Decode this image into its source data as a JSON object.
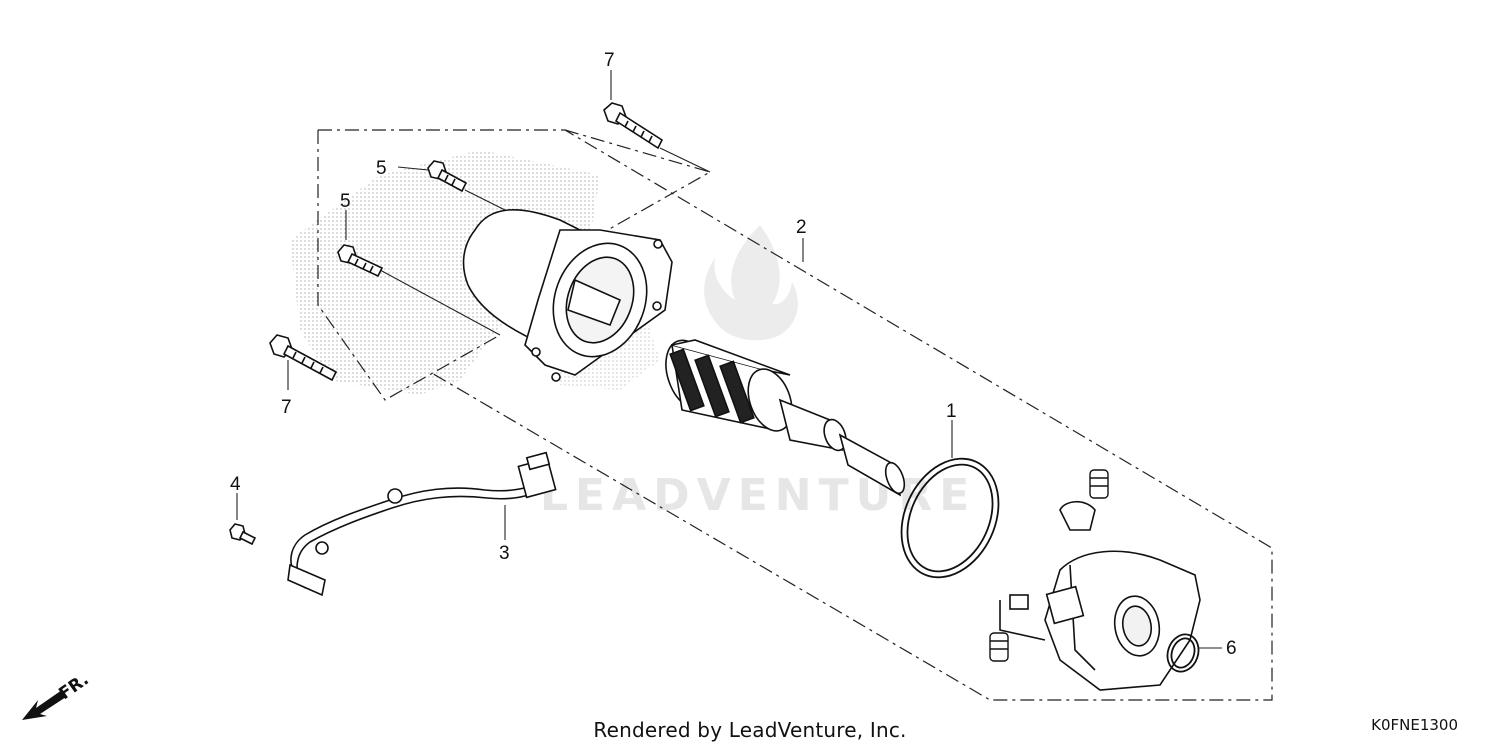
{
  "callouts": {
    "p1": "1",
    "p2": "2",
    "p3": "3",
    "p4": "4",
    "p5a": "5",
    "p5b": "5",
    "p6": "6",
    "p7a": "7",
    "p7b": "7"
  },
  "direction_label": "FR.",
  "watermark_text": "LEADVENTURE",
  "footer": {
    "rendered_by": "Rendered by LeadVenture, Inc.",
    "diagram_code": "K0FNE1300"
  },
  "icons": {
    "direction": "arrow-front-icon",
    "watermark": "flame-logo"
  }
}
